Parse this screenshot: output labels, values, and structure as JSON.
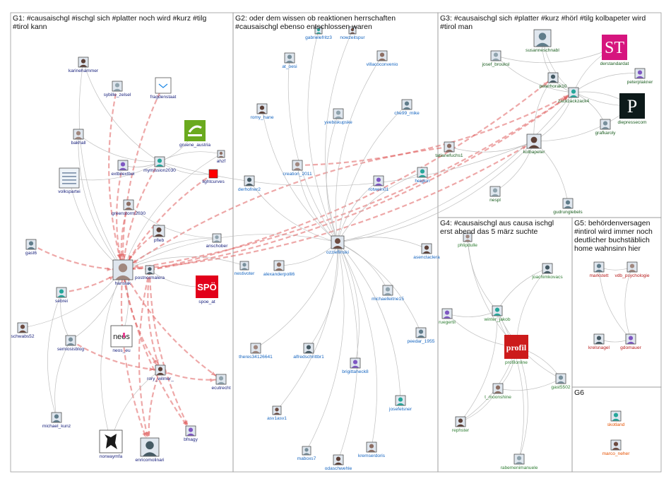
{
  "colors": {
    "g1_label": "#1a237e",
    "g2_label": "#1565c0",
    "g3_label": "#1b5e20",
    "g4_label": "#2e7d32",
    "g5_label": "#b71c1c",
    "g6_label": "#e65100",
    "edge_gray": "#b8b8b8",
    "edge_red": "#e06060",
    "spoe_red": "#e2001a",
    "st_magenta": "#d6157e",
    "profil_red": "#cc1b1b",
    "grune_green": "#6aaa1e",
    "lightcurves_red": "#ff0000"
  },
  "groups": [
    {
      "id": "G1",
      "title_lines": [
        "G1: #causaischgl #ischgl sich #platter noch wird #kurz #tilg",
        "#tirol kann"
      ]
    },
    {
      "id": "G2",
      "title_lines": [
        "G2: oder dem wissen ob reaktionen herrschaften",
        "#causaischgl ebenso entschlossen waren"
      ]
    },
    {
      "id": "G3",
      "title_lines": [
        "G3: #causaischgl sich #platter #kurz #hörl #tilg kolbapeter wird",
        "#tirol man"
      ]
    },
    {
      "id": "G4",
      "title_lines": [
        "G4: #causaischgl aus causa ischgl",
        "erst abend das 5 märz suchte"
      ]
    },
    {
      "id": "G5",
      "title_lines": [
        "G5: behördenversagen",
        "#intirol wird immer noch",
        "deutlicher buchstäblich",
        "home wahnsinn hier"
      ]
    },
    {
      "id": "G6",
      "title_lines": [
        "G6"
      ]
    }
  ],
  "nodes": [
    {
      "id": "ahzf",
      "label": "ahzf",
      "group": "G1",
      "icon": "avatar-icon"
    },
    {
      "id": "karinehammer",
      "label": "karinehammer",
      "group": "G1",
      "icon": "avatar-icon"
    },
    {
      "id": "sybille_zelsel",
      "label": "sybille_zelsel",
      "group": "G1",
      "icon": "avatar-icon"
    },
    {
      "id": "fragdenstaat",
      "label": "fragdenstaat",
      "group": "G1",
      "icon": "envelope-icon"
    },
    {
      "id": "bakhall",
      "label": "bakhall",
      "group": "G1",
      "icon": "avatar-icon"
    },
    {
      "id": "gruene_austria",
      "label": "gruene_austria",
      "group": "G1",
      "icon": "grune-logo-icon"
    },
    {
      "id": "extbilextbel",
      "label": "extbilextbel",
      "group": "G1",
      "icon": "avatar-icon"
    },
    {
      "id": "mymission2030",
      "label": "mymission2030",
      "group": "G1",
      "icon": "avatar-icon"
    },
    {
      "id": "lightcurves",
      "label": "lightcurves",
      "group": "G1",
      "icon": "red-square-icon"
    },
    {
      "id": "volkspartei",
      "label": "volkspartei",
      "group": "G1",
      "icon": "newspaper-icon"
    },
    {
      "id": "greenstorm2030",
      "label": "greenstorm2030",
      "group": "G1",
      "icon": "avatar-icon"
    },
    {
      "id": "pfleb",
      "label": "pfleb",
      "group": "G1",
      "icon": "avatar-icon"
    },
    {
      "id": "anschober",
      "label": "anschober",
      "group": "G1",
      "icon": "avatar-icon"
    },
    {
      "id": "gast6",
      "label": "gast6",
      "group": "G1",
      "icon": "avatar-icon"
    },
    {
      "id": "hanslak",
      "label": "hanslak",
      "group": "G1",
      "icon": "avatar-icon"
    },
    {
      "id": "postnormalera",
      "label": "postnormalera",
      "group": "G1",
      "icon": "avatar-icon"
    },
    {
      "id": "spoe_at",
      "label": "spoe_at",
      "group": "G1",
      "icon": "spoe-logo-icon"
    },
    {
      "id": "sebrei",
      "label": "sebrei",
      "group": "G1",
      "icon": "avatar-icon"
    },
    {
      "id": "schwabs52",
      "label": "schwabs52",
      "group": "G1",
      "icon": "avatar-icon"
    },
    {
      "id": "semiosisblog",
      "label": "semiosisblog",
      "group": "G1",
      "icon": "avatar-icon"
    },
    {
      "id": "neos_eu",
      "label": "neos_eu",
      "group": "G1",
      "icon": "neos-logo-icon"
    },
    {
      "id": "rory_wilmer_",
      "label": "rory_wilmer_",
      "group": "G1",
      "icon": "avatar-icon"
    },
    {
      "id": "ecutrecht",
      "label": "ecutrecht",
      "group": "G1",
      "icon": "avatar-icon"
    },
    {
      "id": "michael_kunz",
      "label": "michael_kunz",
      "group": "G1",
      "icon": "avatar-icon"
    },
    {
      "id": "norwaymfa",
      "label": "norwaymfa",
      "group": "G1",
      "icon": "lion-crest-icon"
    },
    {
      "id": "enricomolinari",
      "label": "enricomolinari",
      "group": "G1",
      "icon": "avatar-icon"
    },
    {
      "id": "bfnagy",
      "label": "bfnagy",
      "group": "G1",
      "icon": "avatar-icon"
    },
    {
      "id": "gabrielefritz3",
      "label": "gabrielefritz3",
      "group": "G2",
      "icon": "avatar-icon"
    },
    {
      "id": "nowzeitspur",
      "label": "nowzeitspur",
      "group": "G2",
      "icon": "avatar-icon"
    },
    {
      "id": "at_oesi",
      "label": "at_oesi",
      "group": "G2",
      "icon": "avatar-icon"
    },
    {
      "id": "villacoconvenio",
      "label": "villacoconvenio",
      "group": "G2",
      "icon": "avatar-icon"
    },
    {
      "id": "romy_hane",
      "label": "romy_hane",
      "group": "G2",
      "icon": "avatar-icon"
    },
    {
      "id": "yvebiskupske",
      "label": "yvebiskupske",
      "group": "G2",
      "icon": "avatar-icon"
    },
    {
      "id": "che99_mike",
      "label": "che99_mike",
      "group": "G2",
      "icon": "avatar-icon"
    },
    {
      "id": "creation_2011",
      "label": "creation_2011",
      "group": "G2",
      "icon": "avatar-icon"
    },
    {
      "id": "derhofner2",
      "label": "derhofner2",
      "group": "G2",
      "icon": "avatar-icon"
    },
    {
      "id": "rotwein01",
      "label": "rotwein01",
      "group": "G2",
      "icon": "avatar-icon"
    },
    {
      "id": "heiglon",
      "label": "heiglon",
      "group": "G2",
      "icon": "avatar-icon"
    },
    {
      "id": "ozzieflinski",
      "label": "ozzieflinski",
      "group": "G2",
      "icon": "avatar-icon"
    },
    {
      "id": "nestivoter",
      "label": "nestivoter",
      "group": "G2",
      "icon": "avatar-icon"
    },
    {
      "id": "alexanderpolli6",
      "label": "alexanderpolli6",
      "group": "G2",
      "icon": "avatar-icon"
    },
    {
      "id": "asenctaclera",
      "label": "asenctaclera",
      "group": "G2",
      "icon": "avatar-icon"
    },
    {
      "id": "michaelleitne15",
      "label": "michaelleitne15",
      "group": "G2",
      "icon": "avatar-icon"
    },
    {
      "id": "peedar_1955",
      "label": "peedar_1955",
      "group": "G2",
      "icon": "avatar-icon"
    },
    {
      "id": "theres34126641",
      "label": "theres34126641",
      "group": "G2",
      "icon": "avatar-icon"
    },
    {
      "id": "alfredschrittbr1",
      "label": "alfredschrittbr1",
      "group": "G2",
      "icon": "avatar-icon"
    },
    {
      "id": "brigittaheck8",
      "label": "brigittaheck8",
      "group": "G2",
      "icon": "avatar-icon"
    },
    {
      "id": "josefelsner",
      "label": "josefelsner",
      "group": "G2",
      "icon": "avatar-icon"
    },
    {
      "id": "asv1asv1",
      "label": "asv1asv1",
      "group": "G2",
      "icon": "avatar-icon"
    },
    {
      "id": "maboxs7",
      "label": "maboxs7",
      "group": "G2",
      "icon": "avatar-icon"
    },
    {
      "id": "kremserdoris",
      "label": "kremserdoris",
      "group": "G2",
      "icon": "avatar-icon"
    },
    {
      "id": "odaschwehle",
      "label": "odaschwehle",
      "group": "G2",
      "icon": "avatar-icon"
    },
    {
      "id": "josef_brouksl",
      "label": "josef_brouksl",
      "group": "G3",
      "icon": "avatar-icon"
    },
    {
      "id": "susanneschnabl",
      "label": "susanneschnabl",
      "group": "G3",
      "icon": "avatar-icon"
    },
    {
      "id": "derstandardat",
      "label": "derstandardat",
      "group": "G3",
      "icon": "st-logo-icon"
    },
    {
      "id": "peterhorak10",
      "label": "peterhorak10",
      "group": "G3",
      "icon": "avatar-icon"
    },
    {
      "id": "peterplakner",
      "label": "peterplakner",
      "group": "G3",
      "icon": "avatar-icon"
    },
    {
      "id": "zackzackzack4",
      "label": "zackzackzack4",
      "group": "G3",
      "icon": "avatar-icon"
    },
    {
      "id": "diepressecom",
      "label": "diepressecom",
      "group": "G3",
      "icon": "presse-logo-icon"
    },
    {
      "id": "grafkaroly",
      "label": "grafkaroly",
      "group": "G3",
      "icon": "avatar-icon"
    },
    {
      "id": "tatianefuchs1",
      "label": "tatianefuchs1",
      "group": "G3",
      "icon": "avatar-icon"
    },
    {
      "id": "kolbapeter",
      "label": "kolbapeter",
      "group": "G3",
      "icon": "avatar-icon"
    },
    {
      "id": "nespl",
      "label": "nespl",
      "group": "G3",
      "icon": "avatar-icon"
    },
    {
      "id": "gudrunglebels",
      "label": "gudrunglebels",
      "group": "G3",
      "icon": "avatar-icon"
    },
    {
      "id": "phlipdulle",
      "label": "phlipdulle",
      "group": "G4",
      "icon": "avatar-icon"
    },
    {
      "id": "joachimkovacs",
      "label": "joachimkovacs",
      "group": "G4",
      "icon": "avatar-icon"
    },
    {
      "id": "ruegertil",
      "label": "ruegertil",
      "group": "G4",
      "icon": "avatar-icon"
    },
    {
      "id": "winter_jakob",
      "label": "winter_jakob",
      "group": "G4",
      "icon": "avatar-icon"
    },
    {
      "id": "profilonline",
      "label": "profilonline",
      "group": "G4",
      "icon": "profil-logo-icon"
    },
    {
      "id": "gast5502",
      "label": "gast5502",
      "group": "G4",
      "icon": "avatar-icon"
    },
    {
      "id": "t_moonshine",
      "label": "t_moonshine",
      "group": "G4",
      "icon": "avatar-icon"
    },
    {
      "id": "rephster",
      "label": "rephster",
      "group": "G4",
      "icon": "avatar-icon"
    },
    {
      "id": "rabemenimanuele",
      "label": "rabemenimanuele",
      "group": "G4",
      "icon": "avatar-icon"
    },
    {
      "id": "markstett",
      "label": "markstett",
      "group": "G5",
      "icon": "avatar-icon"
    },
    {
      "id": "vdb_psychologie",
      "label": "vdb_psychologie",
      "group": "G5",
      "icon": "avatar-icon"
    },
    {
      "id": "krelsnagel",
      "label": "krelsnagel",
      "group": "G5",
      "icon": "avatar-icon"
    },
    {
      "id": "gdomauer",
      "label": "gdomauer",
      "group": "G5",
      "icon": "avatar-icon"
    },
    {
      "id": "skotland",
      "label": "skotland",
      "group": "G6",
      "icon": "avatar-icon"
    },
    {
      "id": "marco_neher",
      "label": "marco_neher",
      "group": "G6",
      "icon": "avatar-icon"
    }
  ],
  "edges": [
    [
      "postnormalera",
      "hanslak",
      "red"
    ],
    [
      "sybille_zelsel",
      "hanslak",
      "red"
    ],
    [
      "fragdenstaat",
      "hanslak",
      "red"
    ],
    [
      "greenstorm2030",
      "hanslak",
      "red"
    ],
    [
      "mymission2030",
      "hanslak",
      "red"
    ],
    [
      "extbilextbel",
      "hanslak",
      "red"
    ],
    [
      "pfleb",
      "hanslak",
      "red"
    ],
    [
      "gast6",
      "hanslak",
      "red"
    ],
    [
      "sebrei",
      "hanslak",
      "red"
    ],
    [
      "lightcurves",
      "hanslak",
      "red"
    ],
    [
      "karinehammer",
      "hanslak",
      "gray"
    ],
    [
      "bakhall",
      "hanslak",
      "gray"
    ],
    [
      "volkspartei",
      "hanslak",
      "gray"
    ],
    [
      "semiosisblog",
      "hanslak",
      "gray"
    ],
    [
      "schwabs52",
      "hanslak",
      "gray"
    ],
    [
      "neos_eu",
      "hanslak",
      "gray"
    ],
    [
      "hanslak",
      "rory_wilmer_",
      "red"
    ],
    [
      "hanslak",
      "enricomolinari",
      "red"
    ],
    [
      "hanslak",
      "bfnagy",
      "red"
    ],
    [
      "hanslak",
      "ecutrecht",
      "red"
    ],
    [
      "hanslak",
      "norwaymfa",
      "gray"
    ],
    [
      "postnormalera",
      "rory_wilmer_",
      "red"
    ],
    [
      "postnormalera",
      "spoe_at",
      "gray"
    ],
    [
      "postnormalera",
      "enricomolinari",
      "red"
    ],
    [
      "postnormalera",
      "bfnagy",
      "red"
    ],
    [
      "rory_wilmer_",
      "enricomolinari",
      "red"
    ],
    [
      "rory_wilmer_",
      "ecutrecht",
      "red"
    ],
    [
      "rory_wilmer_",
      "norwaymfa",
      "gray"
    ],
    [
      "sebrei",
      "semiosisblog",
      "gray"
    ],
    [
      "sebrei",
      "michael_kunz",
      "gray"
    ],
    [
      "semiosisblog",
      "michael_kunz",
      "gray"
    ],
    [
      "semiosisblog",
      "rory_wilmer_",
      "red"
    ],
    [
      "mymission2030",
      "lightcurves",
      "gray"
    ],
    [
      "mymission2030",
      "gruene_austria",
      "gray"
    ],
    [
      "extbilextbel",
      "mymission2030",
      "gray"
    ],
    [
      "ahzf",
      "hanslak",
      "gray"
    ],
    [
      "ahzf",
      "mymission2030",
      "gray"
    ],
    [
      "anschober",
      "hanslak",
      "gray"
    ],
    [
      "ozzieflinski",
      "hanslak",
      "gray"
    ],
    [
      "nestivoter",
      "hanslak",
      "gray"
    ],
    [
      "hanslak",
      "kolbapeter",
      "red"
    ],
    [
      "hanslak",
      "zackzackzack4",
      "red"
    ],
    [
      "postnormalera",
      "zackzackzack4",
      "red"
    ],
    [
      "tatianefuchs1",
      "hanslak",
      "red"
    ],
    [
      "mymission2030",
      "kolbapeter",
      "gray"
    ],
    [
      "postnormalera",
      "peterhorak10",
      "red"
    ],
    [
      "creation_2011",
      "zackzackzack4",
      "red"
    ],
    [
      "villacoconvenio",
      "ozzieflinski",
      "gray"
    ],
    [
      "gabrielefritz3",
      "ozzieflinski",
      "gray"
    ],
    [
      "nowzeitspur",
      "ozzieflinski",
      "gray"
    ],
    [
      "at_oesi",
      "ozzieflinski",
      "gray"
    ],
    [
      "romy_hane",
      "ozzieflinski",
      "gray"
    ],
    [
      "yvebiskupske",
      "ozzieflinski",
      "gray"
    ],
    [
      "che99_mike",
      "ozzieflinski",
      "gray"
    ],
    [
      "creation_2011",
      "ozzieflinski",
      "gray"
    ],
    [
      "derhofner2",
      "ozzieflinski",
      "gray"
    ],
    [
      "rotwein01",
      "ozzieflinski",
      "gray"
    ],
    [
      "heiglon",
      "ozzieflinski",
      "gray"
    ],
    [
      "alexanderpolli6",
      "ozzieflinski",
      "gray"
    ],
    [
      "asenctaclera",
      "ozzieflinski",
      "gray"
    ],
    [
      "michaelleitne15",
      "ozzieflinski",
      "gray"
    ],
    [
      "peedar_1955",
      "ozzieflinski",
      "gray"
    ],
    [
      "theres34126641",
      "ozzieflinski",
      "gray"
    ],
    [
      "alfredschrittbr1",
      "ozzieflinski",
      "gray"
    ],
    [
      "brigittaheck8",
      "ozzieflinski",
      "gray"
    ],
    [
      "josefelsner",
      "ozzieflinski",
      "gray"
    ],
    [
      "asv1asv1",
      "ozzieflinski",
      "gray"
    ],
    [
      "maboxs7",
      "ozzieflinski",
      "gray"
    ],
    [
      "kremserdoris",
      "ozzieflinski",
      "gray"
    ],
    [
      "odaschwehle",
      "ozzieflinski",
      "gray"
    ],
    [
      "ozzieflinski",
      "zackzackzack4",
      "gray"
    ],
    [
      "ozzieflinski",
      "kolbapeter",
      "gray"
    ],
    [
      "josef_brouksl",
      "zackzackzack4",
      "gray"
    ],
    [
      "susanneschnabl",
      "zackzackzack4",
      "gray"
    ],
    [
      "derstandardat",
      "zackzackzack4",
      "gray"
    ],
    [
      "peterhorak10",
      "zackzackzack4",
      "gray"
    ],
    [
      "peterplakner",
      "zackzackzack4",
      "gray"
    ],
    [
      "diepressecom",
      "zackzackzack4",
      "gray"
    ],
    [
      "grafkaroly",
      "zackzackzack4",
      "gray"
    ],
    [
      "tatianefuchs1",
      "kolbapeter",
      "gray"
    ],
    [
      "kolbapeter",
      "zackzackzack4",
      "gray"
    ],
    [
      "nespl",
      "kolbapeter",
      "gray"
    ],
    [
      "gudrunglebels",
      "kolbapeter",
      "gray"
    ],
    [
      "kolbapeter",
      "diepressecom",
      "gray"
    ],
    [
      "peterhorak10",
      "kolbapeter",
      "gray"
    ],
    [
      "susanneschnabl",
      "peterhorak10",
      "gray"
    ],
    [
      "josef_brouksl",
      "derstandardat",
      "gray"
    ],
    [
      "peterhorak10",
      "diepressecom",
      "gray"
    ],
    [
      "phlipdulle",
      "profilonline",
      "gray"
    ],
    [
      "joachimkovacs",
      "profilonline",
      "gray"
    ],
    [
      "ruegertil",
      "profilonline",
      "gray"
    ],
    [
      "winter_jakob",
      "profilonline",
      "gray"
    ],
    [
      "gast5502",
      "profilonline",
      "gray"
    ],
    [
      "t_moonshine",
      "profilonline",
      "gray"
    ],
    [
      "rephster",
      "profilonline",
      "gray"
    ],
    [
      "rabemenimanuele",
      "profilonline",
      "gray"
    ],
    [
      "ruegertil",
      "winter_jakob",
      "gray"
    ],
    [
      "phlipdulle",
      "winter_jakob",
      "gray"
    ],
    [
      "joachimkovacs",
      "winter_jakob",
      "gray"
    ],
    [
      "rephster",
      "winter_jakob",
      "gray"
    ],
    [
      "rabemenimanuele",
      "winter_jakob",
      "gray"
    ],
    [
      "winter_jakob",
      "gast5502",
      "gray"
    ],
    [
      "t_moonshine",
      "gast5502",
      "gray"
    ],
    [
      "rephster",
      "t_moonshine",
      "gray"
    ],
    [
      "markstett",
      "gdomauer",
      "gray"
    ],
    [
      "vdb_psychologie",
      "gdomauer",
      "gray"
    ],
    [
      "krelsnagel",
      "gdomauer",
      "gray"
    ],
    [
      "markstett",
      "vdb_psychologie",
      "gray"
    ],
    [
      "greenstorm2030",
      "anschober",
      "gray"
    ],
    [
      "volkspartei",
      "mymission2030",
      "gray"
    ],
    [
      "bakhall",
      "mymission2030",
      "gray"
    ],
    [
      "karinehammer",
      "mymission2030",
      "gray"
    ]
  ]
}
